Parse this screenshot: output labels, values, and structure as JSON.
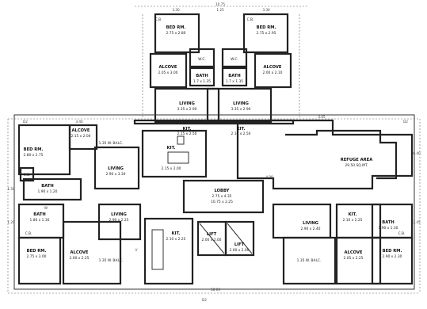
{
  "rooms": {
    "bed_rm_top_left": {
      "name": "BED RM.",
      "size": "2.75 x 2.80"
    },
    "bed_rm_top_right": {
      "name": "BED RM.",
      "size": "2.75 x 2.95"
    },
    "cb_top_left": "C.B.",
    "cb_top_right": "C.B.",
    "alcove_top_left": {
      "name": "ALCOVE",
      "size": "2.05 x 3.00"
    },
    "alcove_top_right": {
      "name": "ALCOVE",
      "size": "2.00 x 2.10"
    },
    "wc_left": "W.C.",
    "wc_right": "W.C.",
    "bath_top_left": {
      "name": "BATH",
      "size": "1.7 x 1.35"
    },
    "bath_top_right": {
      "name": "BATH",
      "size": "1.7 x 1.35"
    },
    "living_top_left": {
      "name": "LIVING",
      "size": "3.35 x 2.90"
    },
    "living_top_right": {
      "name": "LIVING",
      "size": "3.35 x 2.90"
    },
    "kitchen_top_left": {
      "name": "KIT.",
      "size": "2.15 x 2.50"
    },
    "kitchen_top_right": {
      "name": "KIT.",
      "size": "2.10 x 2.50"
    },
    "bed_rm_mid_left": {
      "name": "BED RM.",
      "size": "2.80 x 2.75"
    },
    "alcove_mid_left": {
      "name": "ALCOVE",
      "size": "2.15 x 2.00"
    },
    "balc_mid_left": "1.35 W. BALC.",
    "cb_mid_left": "C.B.",
    "bath_mid_left": {
      "name": "BATH",
      "size": "1.90 x 1.20"
    },
    "living_mid_left": {
      "name": "LIVING",
      "size": "2.90 x 3.30"
    },
    "kitchen_mid_left": {
      "name": "KIT.",
      "size": "2.15 x 2.00"
    },
    "refuge_area": {
      "name": "REFUGE AREA",
      "size": "29.50 SQ.MT."
    },
    "lobby": {
      "name": "LOBBY",
      "size": "2.75 x 4.35"
    },
    "lobby2": "10.75 x 2.25",
    "bath_bot_left": {
      "name": "BATH",
      "size": "1.80 x 1.30"
    },
    "cb_bot_left": "C.B.",
    "bed_rm_bot_left": {
      "name": "BED RM.",
      "size": "2.75 x 3.00"
    },
    "alcove_bot_left": {
      "name": "ALCOVE",
      "size": "2.00 x 2.25"
    },
    "balc_bot_left": "1.35 W. BALC.",
    "living_bot_left": {
      "name": "LIVING",
      "size": "2.90 x 2.25"
    },
    "kitchen_bot_left": {
      "name": "KIT.",
      "size": "2.10 x 2.25"
    },
    "lift_left": {
      "name": "LIFT",
      "size": "2.00 x 2.00"
    },
    "lift_right": {
      "name": "LIFT",
      "size": "2.00 x 2.00"
    },
    "living_bot_right": {
      "name": "LIVING",
      "size": "2.90 x 2.40"
    },
    "kitchen_bot_right": {
      "name": "KIT.",
      "size": "2.10 x 2.25"
    },
    "bath_bot_right": {
      "name": "BATH",
      "size": "1.90 x 1.30"
    },
    "cb_bot_right": "C.B.",
    "bed_rm_bot_right": {
      "name": "BED RM.",
      "size": "2.90 x 2.30"
    },
    "alcove_bot_right": {
      "name": "ALCOVE",
      "size": "2.05 x 2.25"
    },
    "balc_bot_right": "1.35 W. BALC."
  },
  "dimensions": {
    "top_total": "10.75",
    "top_a": "3.30",
    "top_b": "1.25",
    "top_c": "3.30",
    "left_a": "1.50",
    "left_b": "1.20",
    "right_a": "6.40",
    "right_b": "2.45",
    "bottom_total": "18.00",
    "mid_a": "3.40",
    "mid_b": "4.00",
    "mid_c": "3.05"
  },
  "markers": {
    "d2": "D2",
    "w": "W",
    "v": "V"
  }
}
